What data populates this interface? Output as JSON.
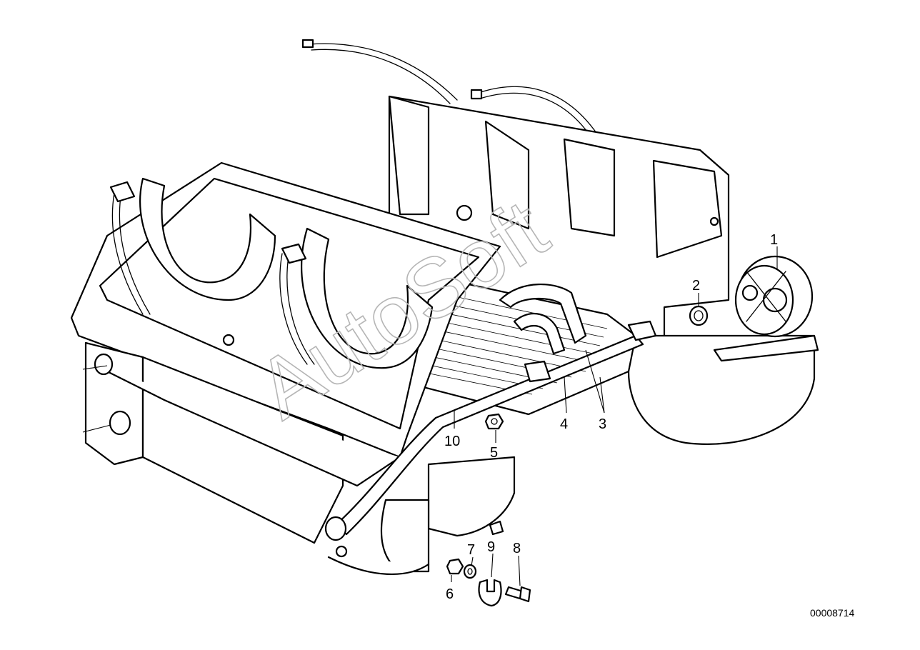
{
  "watermark": "AutoSoft",
  "reference_number": "00008714",
  "callouts": [
    {
      "id": "1",
      "label": "1"
    },
    {
      "id": "2",
      "label": "2"
    },
    {
      "id": "3",
      "label": "3"
    },
    {
      "id": "4",
      "label": "4"
    },
    {
      "id": "5",
      "label": "5"
    },
    {
      "id": "6",
      "label": "6"
    },
    {
      "id": "7",
      "label": "7"
    },
    {
      "id": "8",
      "label": "8"
    },
    {
      "id": "9",
      "label": "9"
    },
    {
      "id": "10",
      "label": "10"
    }
  ],
  "colors": {
    "line": "#000000",
    "background": "#ffffff",
    "watermark": "#b5b5b5"
  }
}
